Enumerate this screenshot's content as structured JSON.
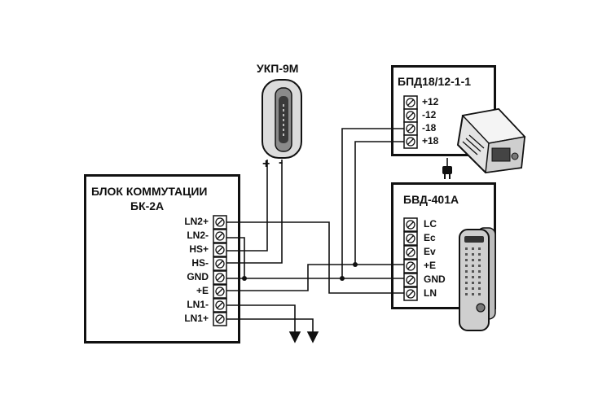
{
  "colors": {
    "line": "#111111",
    "device_fill": "#e6e6e6",
    "device_dark": "#555555",
    "background": "#ffffff"
  },
  "intercom": {
    "name": "УКП-9М",
    "plus": "+",
    "minus": "-",
    "icon": "intercom-handset-icon"
  },
  "switch_unit": {
    "title_line1": "БЛОК КОММУТАЦИИ",
    "title_line2": "БК-2А",
    "terminals": [
      "LN2+",
      "LN2-",
      "HS+",
      "HS-",
      "GND",
      "+E",
      "LN1-",
      "LN1+"
    ]
  },
  "power_unit": {
    "title": "БПД18/12-1-1",
    "terminals": [
      "+12",
      "-12",
      "-18",
      "+18"
    ],
    "icon": "power-supply-icon"
  },
  "door_unit": {
    "title": "БВД-401А",
    "terminals": [
      "LC",
      "Ec",
      "Ev",
      "+E",
      "GND",
      "LN"
    ],
    "icon": "door-panel-icon"
  },
  "ground_symbols": [
    "ground-arrow-icon",
    "ground-arrow-icon"
  ]
}
